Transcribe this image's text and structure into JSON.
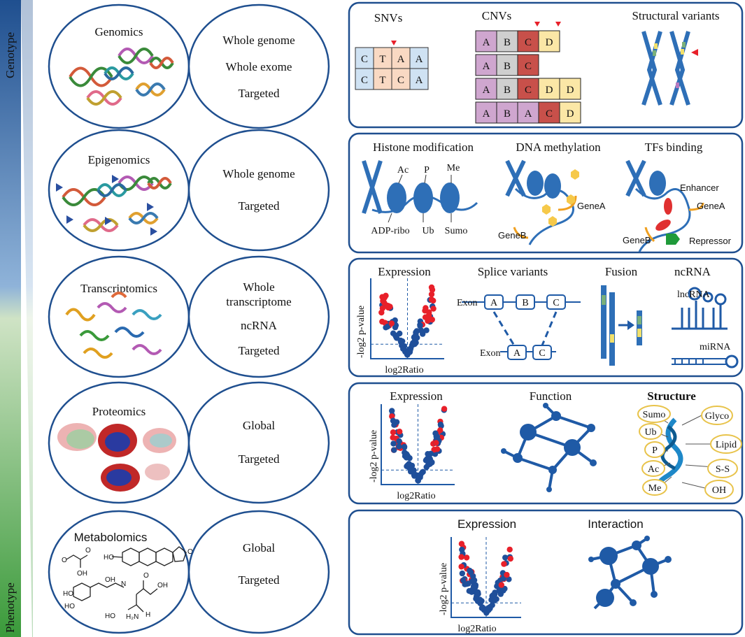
{
  "gradient_bar": {
    "top_label": "Genotype",
    "bottom_label": "Phenotype",
    "top_color": "#1f4f8f",
    "bottom_color": "#3a9a3a"
  },
  "omics": [
    {
      "name": "Genomics",
      "methods": [
        "Whole genome",
        "Whole exome",
        "Targeted"
      ]
    },
    {
      "name": "Epigenomics",
      "methods": [
        "Whole genome",
        "Targeted"
      ]
    },
    {
      "name": "Transcriptomics",
      "methods": [
        "Whole",
        "transcriptome",
        "ncRNA",
        "Targeted"
      ]
    },
    {
      "name": "Proteomics",
      "methods": [
        "Global",
        "Targeted"
      ]
    },
    {
      "name": "Metabolomics",
      "methods": [
        "Global",
        "Targeted"
      ]
    }
  ],
  "genomics_panel": {
    "snv_title": "SNVs",
    "snv_rows": [
      [
        "C",
        "T",
        "A",
        "A"
      ],
      [
        "C",
        "T",
        "C",
        "A"
      ]
    ],
    "cnv_title": "CNVs",
    "cnv_rows": [
      [
        "A",
        "B",
        "C",
        "D"
      ],
      [
        "A",
        "B",
        "C"
      ],
      [
        "A",
        "B",
        "C",
        "D",
        "D"
      ],
      [
        "A",
        "B",
        "A",
        "C",
        "D"
      ]
    ],
    "sv_title": "Structural variants"
  },
  "epigenomics_panel": {
    "histone_title": "Histone modification",
    "histone_marks": [
      "Ac",
      "P",
      "Me"
    ],
    "histone_bottom": [
      "ADP-ribo",
      "Ub",
      "Sumo"
    ],
    "methylation_title": "DNA methylation",
    "methylation_genes": [
      "GeneA",
      "GeneB"
    ],
    "tf_title": "TFs binding",
    "tf_labels": [
      "Enhancer",
      "GeneA",
      "GeneB",
      "Repressor"
    ]
  },
  "transcriptomics_panel": {
    "expression_title": "Expression",
    "ylabel": "-log2 p-value",
    "xlabel": "log2Ratio",
    "splice_title": "Splice variants",
    "splice_top": [
      "A",
      "B",
      "C"
    ],
    "splice_bottom": [
      "A",
      "C"
    ],
    "exon_label": "Exon",
    "fusion_title": "Fusion",
    "ncrna_title": "ncRNA",
    "lncrna": "lncRNA",
    "mirna": "miRNA"
  },
  "proteomics_panel": {
    "expression_title": "Expression",
    "ylabel": "-log2 p-value",
    "xlabel": "log2Ratio",
    "function_title": "Function",
    "structure_title": "Structure",
    "ptm_labels": [
      "Sumo",
      "Glyco",
      "Ub",
      "Lipid",
      "P",
      "S-S",
      "Ac",
      "OH",
      "Me"
    ]
  },
  "metabolomics_panel": {
    "expression_title": "Expression",
    "ylabel": "-log2 p-value",
    "xlabel": "log2Ratio",
    "interaction_title": "Interaction"
  },
  "colors": {
    "panel_border": "#1f4f8f",
    "network_blue": "#1f5aa6",
    "dot_blue": "#1f4f9a",
    "dot_red": "#e8202a",
    "cell_blue": "#cfe2f3",
    "cell_peach": "#f9d9c3",
    "cell_purple": "#cfa6cf",
    "cell_grey": "#cfcfcf",
    "cell_red": "#c8504a",
    "cell_yellow": "#fbe7a6",
    "ptm_outline": "#e8c34a"
  }
}
